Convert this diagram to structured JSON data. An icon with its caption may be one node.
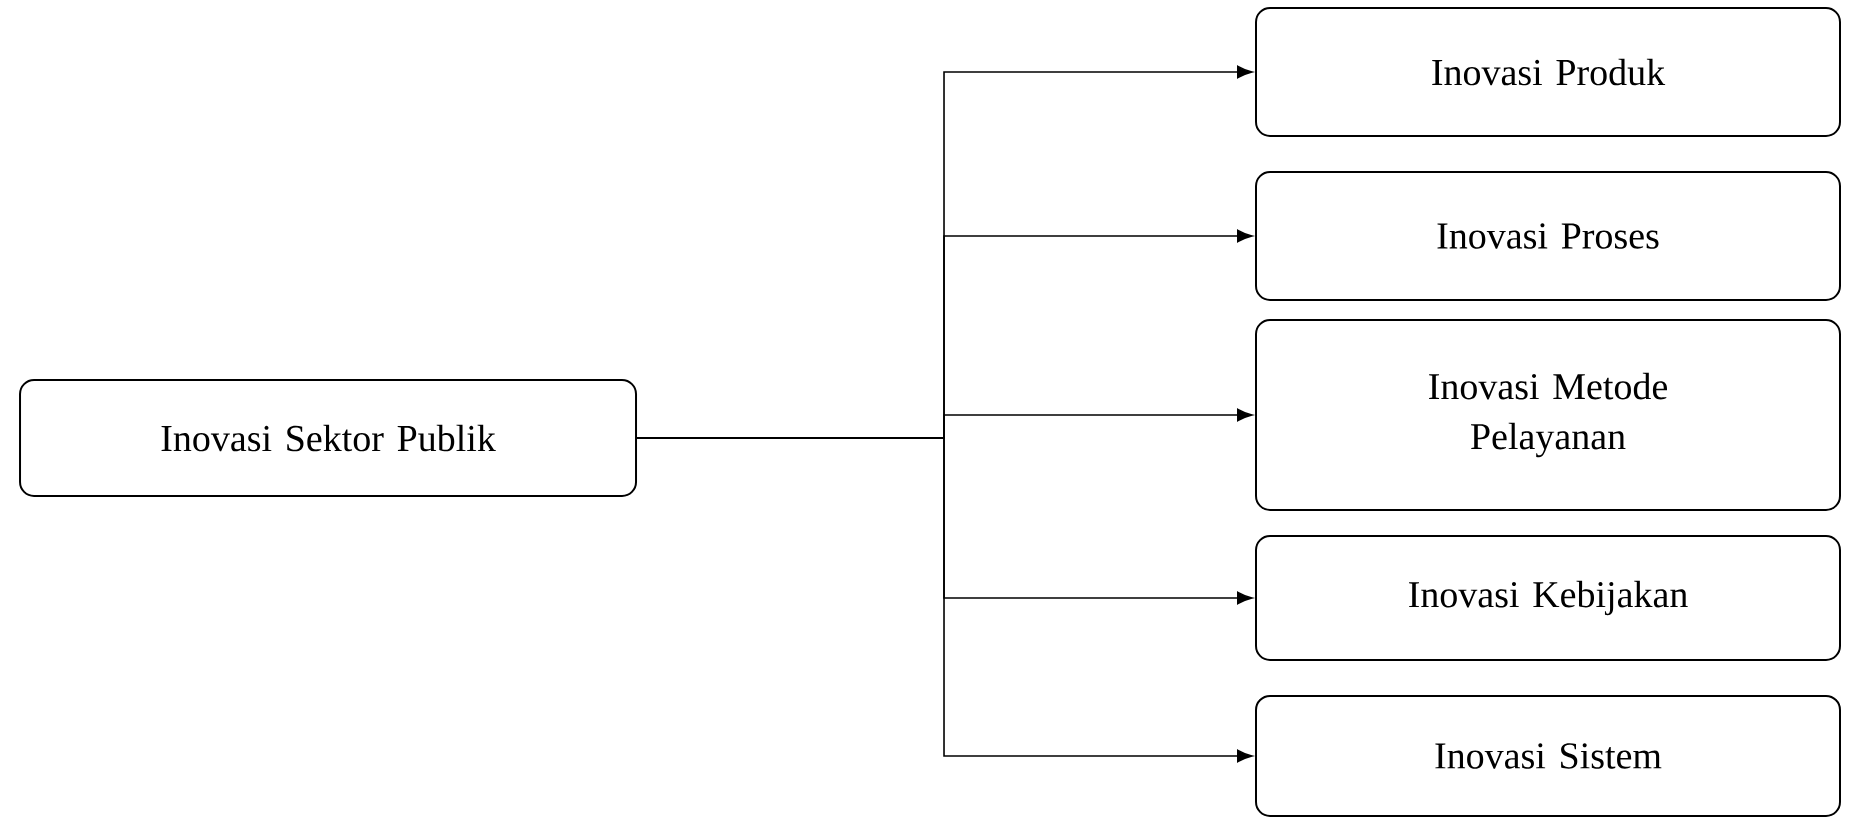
{
  "diagram": {
    "nodes": [
      {
        "text": [
          "Inovasi Sektor Publik"
        ]
      },
      {
        "text": [
          "Inovasi Produk"
        ]
      },
      {
        "text": [
          "Inovasi Proses"
        ]
      },
      {
        "text": [
          "Inovasi Metode Pelayanan"
        ]
      },
      {
        "text": [
          "Inovasi Kebijakan"
        ]
      },
      {
        "text": [
          "Inovasi Sistem"
        ]
      }
    ],
    "edges": [
      {
        "from": 0,
        "to": 1,
        "arrow": "to"
      },
      {
        "from": 0,
        "to": 2,
        "arrow": "to"
      },
      {
        "from": 0,
        "to": 3,
        "arrow": "to"
      },
      {
        "from": 0,
        "to": 4,
        "arrow": "to"
      },
      {
        "from": 0,
        "to": 5,
        "arrow": "to"
      }
    ]
  }
}
